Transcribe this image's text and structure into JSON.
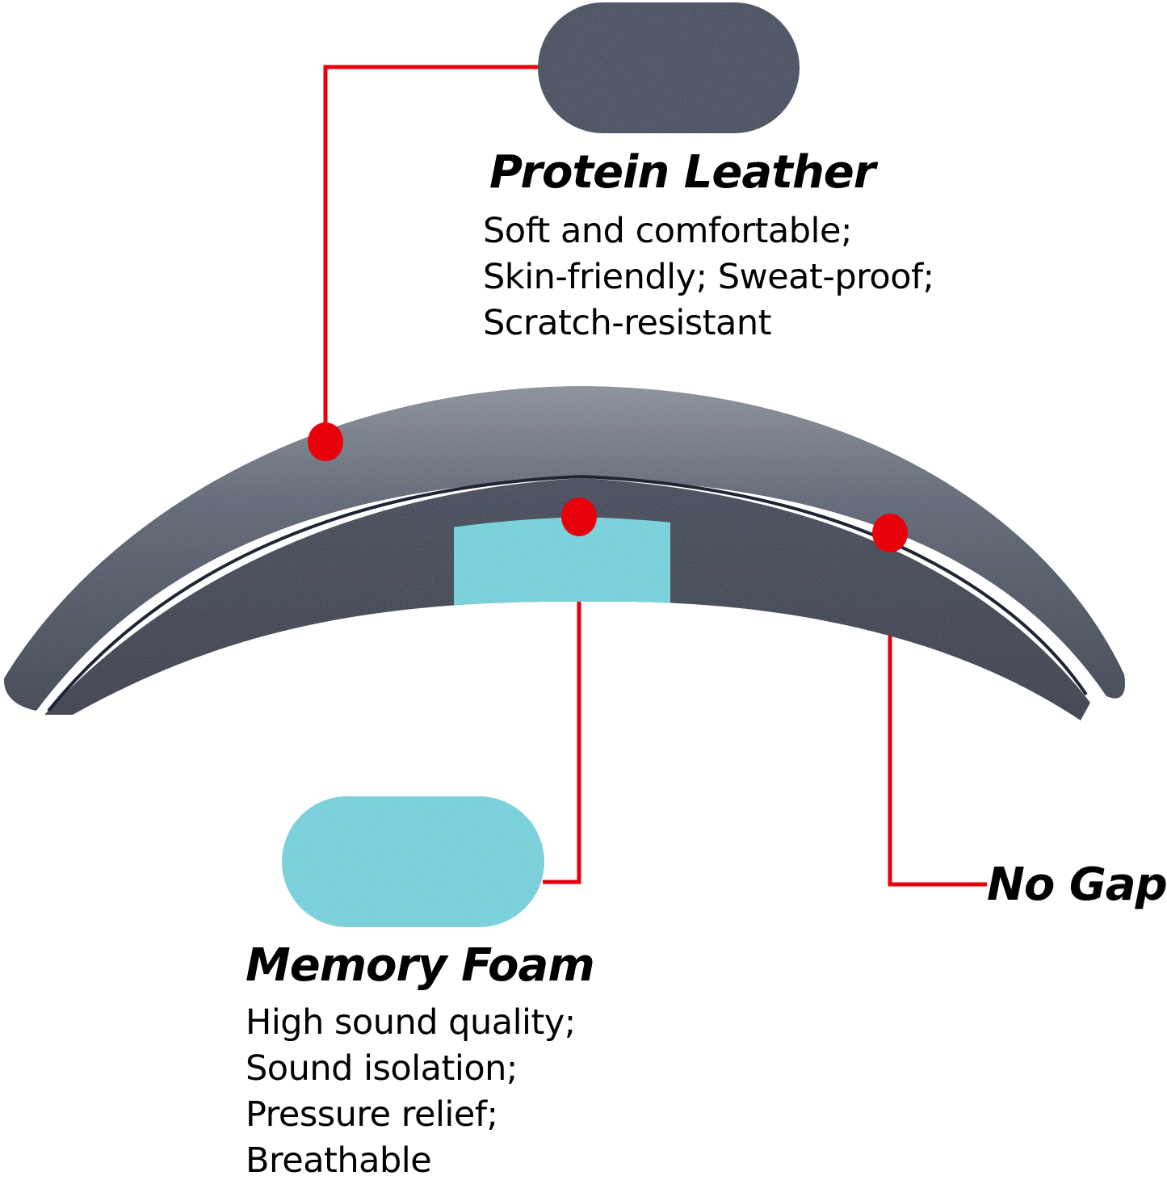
{
  "colors": {
    "background": "#ffffff",
    "leader_line": "#e8000b",
    "leather": "#3a4458",
    "leather_dark": "#2c3446",
    "leather_highlight": "#6e7584",
    "foam": "#7ccfd8",
    "foam_dark": "#55bcc9",
    "text": "#000000"
  },
  "callouts": {
    "protein_leather": {
      "title": "Protein Leather",
      "lines": [
        "Soft and comfortable;",
        "Skin-friendly; Sweat-proof;",
        "Scratch-resistant"
      ],
      "swatch": "leather-swatch"
    },
    "memory_foam": {
      "title": "Memory Foam",
      "lines": [
        "High sound quality;",
        "Sound isolation;",
        "Pressure relief;",
        "Breathable"
      ],
      "swatch": "foam-swatch"
    },
    "no_gap": {
      "title": "No Gap"
    }
  }
}
